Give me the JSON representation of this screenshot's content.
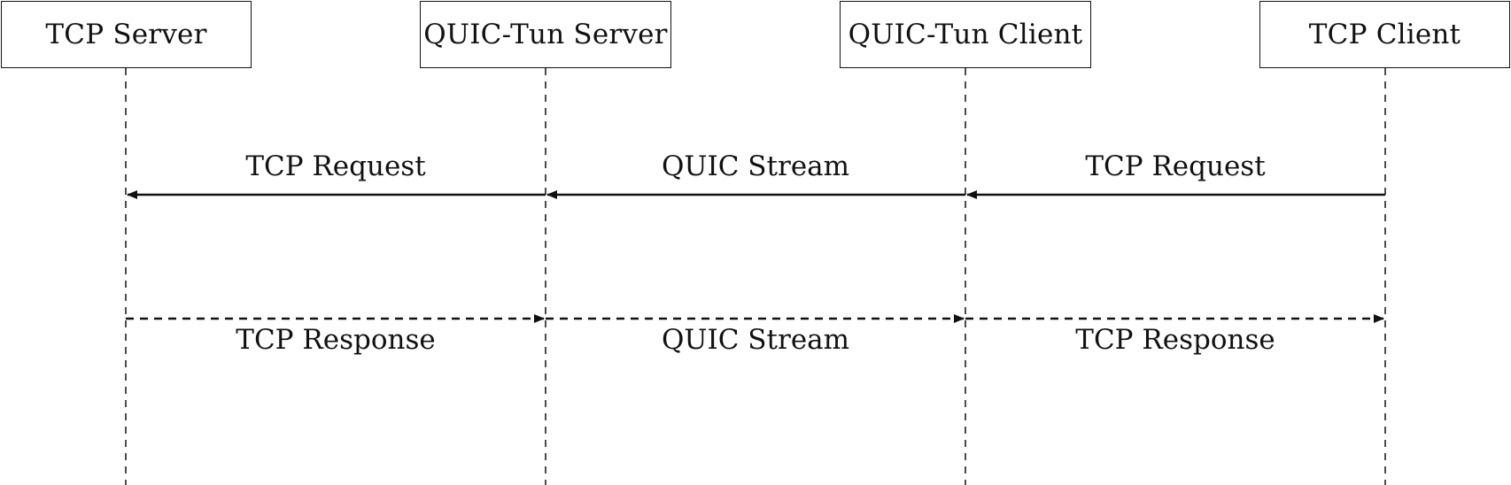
{
  "participants": [
    {
      "id": "tcp-server",
      "label": "TCP Server"
    },
    {
      "id": "quic-tun-server",
      "label": "QUIC-Tun Server"
    },
    {
      "id": "quic-tun-client",
      "label": "QUIC-Tun Client"
    },
    {
      "id": "tcp-client",
      "label": "TCP Client"
    }
  ],
  "messages": {
    "request": [
      {
        "from": "quic-tun-server",
        "to": "tcp-server",
        "label": "TCP Request",
        "style": "solid"
      },
      {
        "from": "quic-tun-client",
        "to": "quic-tun-server",
        "label": "QUIC Stream",
        "style": "solid"
      },
      {
        "from": "tcp-client",
        "to": "quic-tun-client",
        "label": "TCP Request",
        "style": "solid"
      }
    ],
    "response": [
      {
        "from": "tcp-server",
        "to": "quic-tun-server",
        "label": "TCP Response",
        "style": "dashed"
      },
      {
        "from": "quic-tun-server",
        "to": "quic-tun-client",
        "label": "QUIC Stream",
        "style": "dashed"
      },
      {
        "from": "quic-tun-client",
        "to": "tcp-client",
        "label": "TCP Response",
        "style": "dashed"
      }
    ]
  },
  "colors": {
    "line": "#111111",
    "background": "#ffffff"
  }
}
